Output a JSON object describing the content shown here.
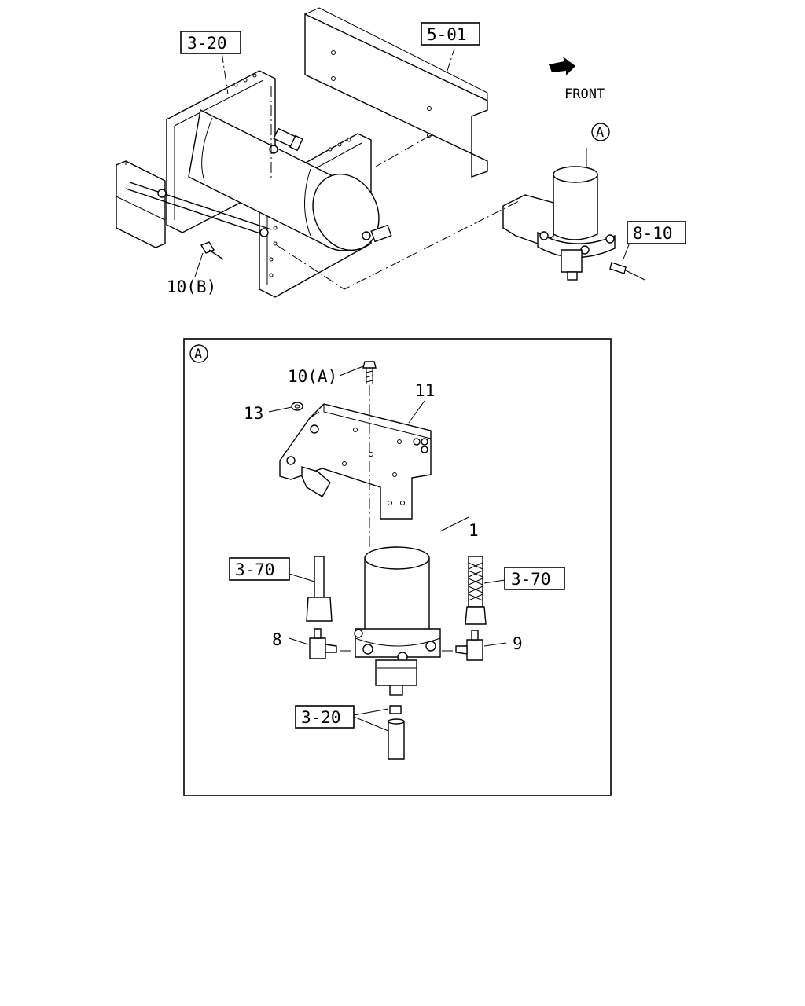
{
  "overview": {
    "labels": {
      "ref_3_20": "3-20",
      "ref_5_01": "5-01",
      "ref_8_10": "8-10",
      "part_10b": "10(B)",
      "front": "FRONT",
      "detail_marker": "A"
    }
  },
  "detail": {
    "marker": "A",
    "labels": {
      "part_10a": "10(A)",
      "part_11": "11",
      "part_13": "13",
      "part_1": "1",
      "ref_3_70_left": "3-70",
      "ref_3_70_right": "3-70",
      "part_8": "8",
      "part_9": "9",
      "ref_3_20": "3-20"
    }
  }
}
